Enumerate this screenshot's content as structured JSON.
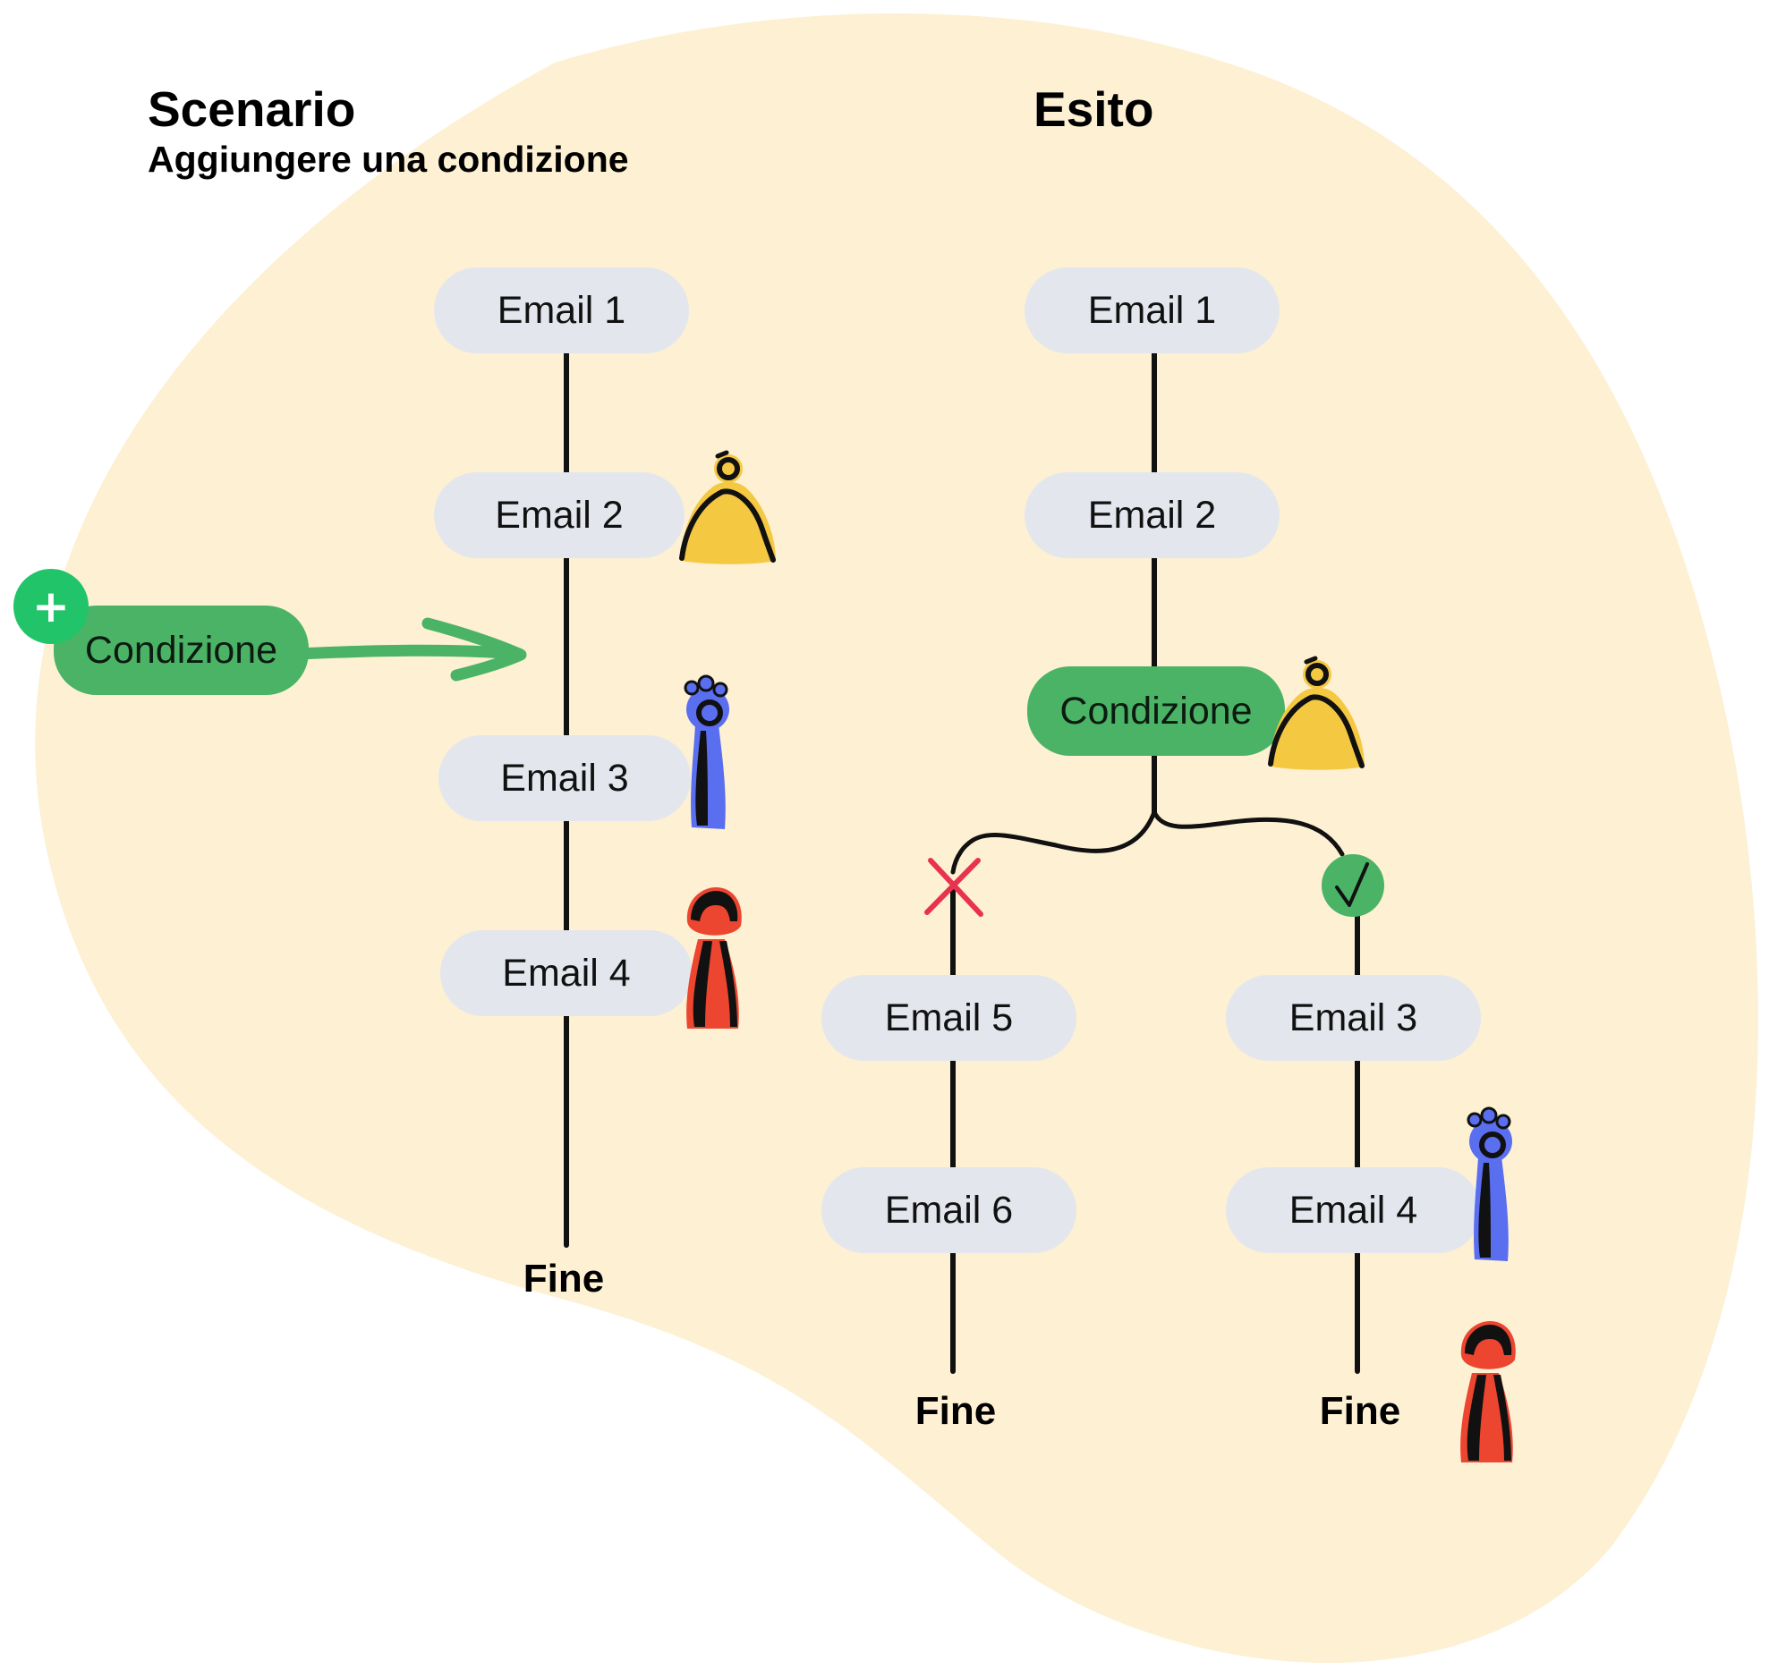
{
  "scenario": {
    "title": "Scenario",
    "subtitle": "Aggiungere una condizione",
    "emails": [
      "Email 1",
      "Email 2",
      "Email 3",
      "Email 4"
    ],
    "condition_label": "Condizione",
    "add_icon": "plus-icon",
    "end_label": "Fine"
  },
  "outcome": {
    "title": "Esito",
    "emails_top": [
      "Email 1",
      "Email 2"
    ],
    "condition_label": "Condizione",
    "no_branch": {
      "emails": [
        "Email 5",
        "Email 6"
      ],
      "end_label": "Fine",
      "marker_icon": "cross-icon"
    },
    "yes_branch": {
      "emails": [
        "Email 3",
        "Email 4"
      ],
      "end_label": "Fine",
      "marker_icon": "check-icon"
    }
  },
  "colors": {
    "background_blob": "#fdf0d3",
    "email_pill": "#e3e7ed",
    "condition_pill": "#4bb366",
    "plus_badge": "#22c46a",
    "person_yellow": "#f5c842",
    "person_blue": "#5a6ef0",
    "person_red": "#ec4530",
    "cross": "#e8324f",
    "check": "#4bb366"
  }
}
